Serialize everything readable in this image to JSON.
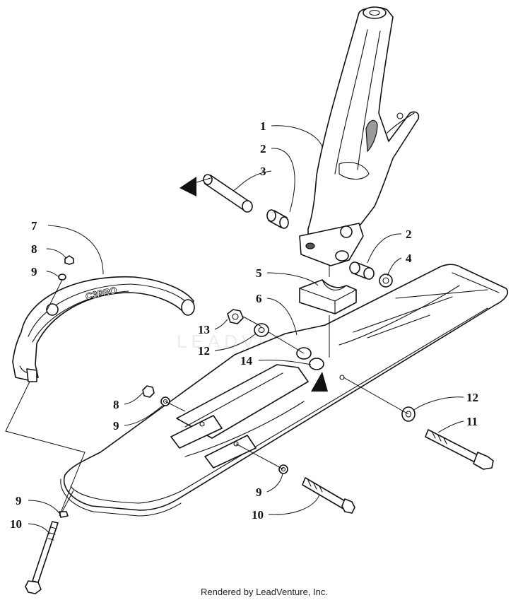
{
  "callouts": [
    {
      "id": "c1",
      "label": "1"
    },
    {
      "id": "c2a",
      "label": "2"
    },
    {
      "id": "c3",
      "label": "3"
    },
    {
      "id": "c2b",
      "label": "2"
    },
    {
      "id": "c4",
      "label": "4"
    },
    {
      "id": "c5",
      "label": "5"
    },
    {
      "id": "c6",
      "label": "6"
    },
    {
      "id": "c7",
      "label": "7"
    },
    {
      "id": "c8a",
      "label": "8"
    },
    {
      "id": "c9a",
      "label": "9"
    },
    {
      "id": "c13",
      "label": "13"
    },
    {
      "id": "c12a",
      "label": "12"
    },
    {
      "id": "c14",
      "label": "14"
    },
    {
      "id": "c8b",
      "label": "8"
    },
    {
      "id": "c9b",
      "label": "9"
    },
    {
      "id": "c12b",
      "label": "12"
    },
    {
      "id": "c11",
      "label": "11"
    },
    {
      "id": "c9c",
      "label": "9"
    },
    {
      "id": "c10a",
      "label": "10"
    },
    {
      "id": "c9d",
      "label": "9"
    },
    {
      "id": "c10b",
      "label": "10"
    }
  ],
  "handle_logo_text": "C3PRO",
  "watermark": "LEADVENTURE",
  "footer": {
    "credit": "Rendered by LeadVenture, Inc."
  }
}
